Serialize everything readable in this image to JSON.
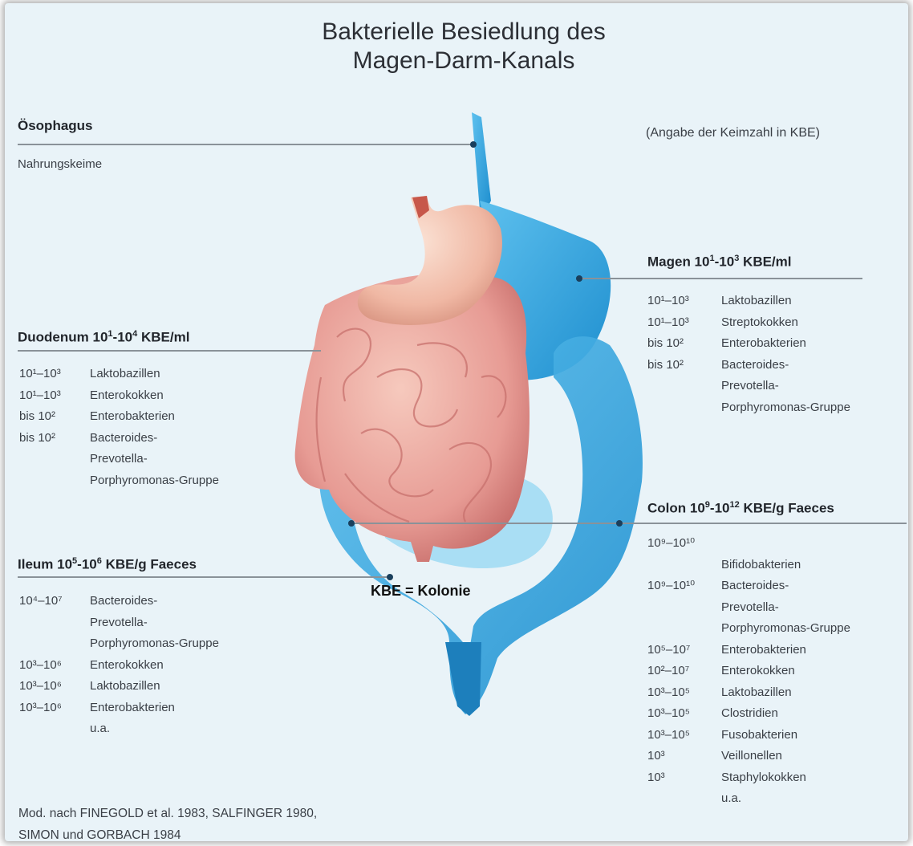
{
  "title": {
    "line1": "Bakterielle Besiedlung des",
    "line2": "Magen-Darm-Kanals"
  },
  "note": "(Angabe der Keimzahl in KBE)",
  "oesophagus": {
    "title": "Ösophagus",
    "subtitle": "Nahrungskeime"
  },
  "duodenum": {
    "title_main": "Duodenum 10",
    "title_exp1": "1",
    "title_mid": "-10",
    "title_exp2": "4",
    "title_unit": " KBE/ml",
    "rows": [
      {
        "range": "10¹–10³",
        "name": "Laktobazillen"
      },
      {
        "range": "10¹–10³",
        "name": "Enterokokken"
      },
      {
        "range": "bis 10²",
        "name": "Enterobakterien"
      },
      {
        "range": "bis 10²",
        "name": "Bacteroides-\nPrevotella-\nPorphyromonas-Gruppe"
      }
    ]
  },
  "ileum": {
    "title_main": "Ileum 10",
    "title_exp1": "5",
    "title_mid": "-10",
    "title_exp2": "6",
    "title_unit": " KBE/g Faeces",
    "rows": [
      {
        "range": "10⁴–10⁷",
        "name": "Bacteroides-\nPrevotella-\nPorphyromonas-Gruppe"
      },
      {
        "range": "10³–10⁶",
        "name": "Enterokokken"
      },
      {
        "range": "10³–10⁶",
        "name": "Laktobazillen"
      },
      {
        "range": "10³–10⁶",
        "name": "Enterobakterien\nu.a."
      }
    ]
  },
  "magen": {
    "title_main": "Magen 10",
    "title_exp1": "1",
    "title_mid": "-10",
    "title_exp2": "3",
    "title_unit": " KBE/ml",
    "rows": [
      {
        "range": "10¹–10³",
        "name": "Laktobazillen"
      },
      {
        "range": "10¹–10³",
        "name": "Streptokokken"
      },
      {
        "range": "bis 10²",
        "name": "Enterobakterien"
      },
      {
        "range": "bis 10²",
        "name": "Bacteroides-\nPrevotella-\nPorphyromonas-Gruppe"
      }
    ]
  },
  "colon": {
    "title_main": "Colon 10",
    "title_exp1": "9",
    "title_mid": "-10",
    "title_exp2": "12",
    "title_unit": " KBE/g Faeces",
    "rows": [
      {
        "range": "10⁹–10¹⁰",
        "name": ""
      },
      {
        "range": "",
        "name": "Bifidobakterien"
      },
      {
        "range": "10⁹–10¹⁰",
        "name": "Bacteroides-\nPrevotella-\nPorphyromonas-Gruppe"
      },
      {
        "range": "10⁵–10⁷",
        "name": "Enterobakterien"
      },
      {
        "range": "10²–10⁷",
        "name": "Enterokokken"
      },
      {
        "range": "10³–10⁵",
        "name": "Laktobazillen"
      },
      {
        "range": "10³–10⁵",
        "name": "Clostridien"
      },
      {
        "range": "10³–10⁵",
        "name": "Fusobakterien"
      },
      {
        "range": "10³",
        "name": "Veillonellen"
      },
      {
        "range": "10³",
        "name": "Staphylokokken\nu.a."
      }
    ]
  },
  "kbe_label": "KBE = Kolonie",
  "footer": {
    "line1": "Mod. nach FINEGOLD et al. 1983, SALFINGER 1980,",
    "line2": "SIMON und GORBACH 1984"
  },
  "colors": {
    "background": "#e9f3f8",
    "organ_blue": "#2f9fd8",
    "organ_blue_dark": "#1d7fbc",
    "intestine_pink": "#e9a19a",
    "stomach_pink": "#f0b9a6"
  }
}
